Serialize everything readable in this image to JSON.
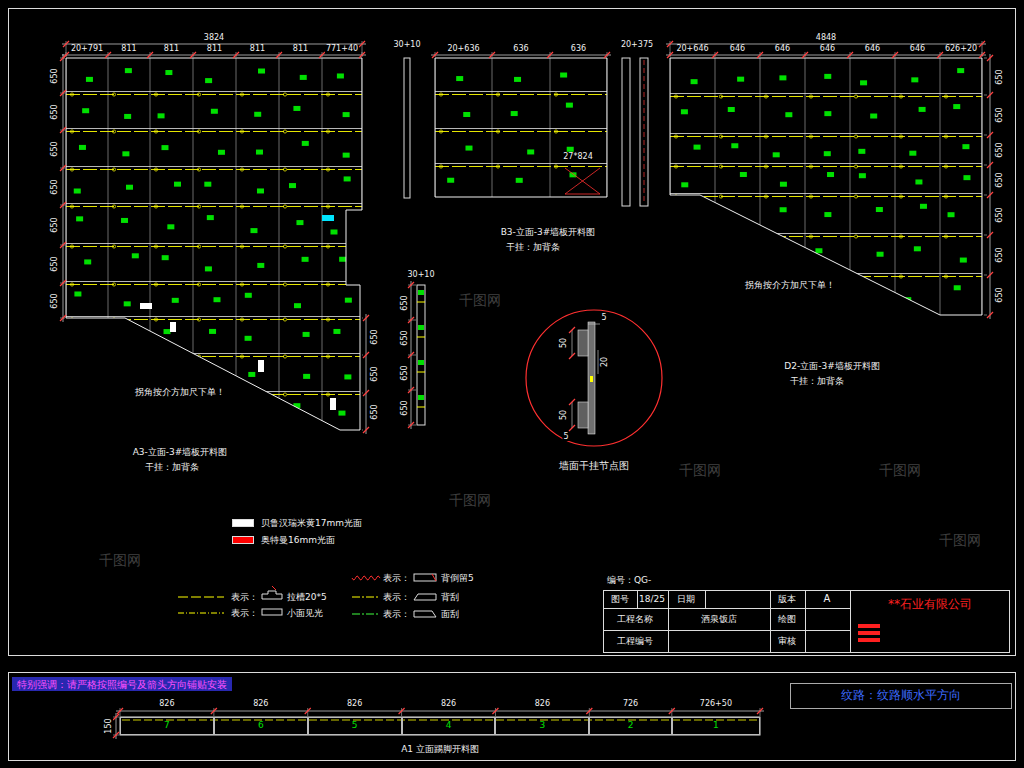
{
  "diagram": {
    "nodes": [
      {
        "text": [
          "特别强调：请严格按照编号及箭头方向铺贴安装"
        ]
      },
      {
        "text": [
          "纹路：纹路顺水平方向"
        ]
      },
      {
        "text": [
          "7"
        ]
      },
      {
        "text": [
          "6"
        ]
      },
      {
        "text": [
          "5"
        ]
      },
      {
        "text": [
          "4"
        ]
      },
      {
        "text": [
          "3"
        ]
      },
      {
        "text": [
          "2"
        ]
      },
      {
        "text": [
          "1"
        ]
      }
    ],
    "labels": [
      "3824",
      "20+791",
      "811",
      "811",
      "811",
      "811",
      "811",
      "771+40",
      "650",
      "650",
      "650",
      "650",
      "650",
      "650",
      "650",
      "650",
      "650",
      "650",
      "拐角按介方加尺下单！",
      "A3-立面-3#墙板开料图",
      "干挂：加背条",
      "30+10",
      "20+636",
      "636",
      "636",
      "27*824",
      "B3-立面-3#墙板开料图",
      "干挂：加背条",
      "20+375",
      "30+10",
      "650",
      "650",
      "650",
      "650",
      "4848",
      "20+646",
      "646",
      "646",
      "646",
      "646",
      "646",
      "626+20",
      "650",
      "650",
      "650",
      "650",
      "650",
      "650",
      "650",
      "拐角按介方加尺下单！",
      "D2-立面-3#墙板开料图",
      "干挂：加背条",
      "墙面干挂节点图",
      "5",
      "50",
      "20",
      "50",
      "5",
      "表示：",
      "表示：",
      "表示：",
      "表示：",
      "表示：",
      "编号：QG-",
      "图号",
      "18/25",
      "日期",
      "版本",
      "A",
      "工程名称",
      "酒泉饭店",
      "绘图",
      "工程编号",
      "审核",
      "**石业有限公司",
      "826",
      "826",
      "826",
      "826",
      "826",
      "726",
      "726+50",
      "150",
      "A1 立面踢脚开料图",
      "千图网",
      "千图网",
      "千图网",
      "千图网",
      "千图网",
      "千图网"
    ],
    "legend": [
      {
        "text": "贝鲁汉瑞米黄17mm光面",
        "color": "#ffffff"
      },
      {
        "text": "奥特曼16mm光面",
        "color": "#ff0000"
      },
      {
        "text": "拉槽20*5"
      },
      {
        "text": "小面见光"
      },
      {
        "text": "背倒留5"
      },
      {
        "text": "背刮"
      },
      {
        "text": "面刮"
      }
    ]
  }
}
